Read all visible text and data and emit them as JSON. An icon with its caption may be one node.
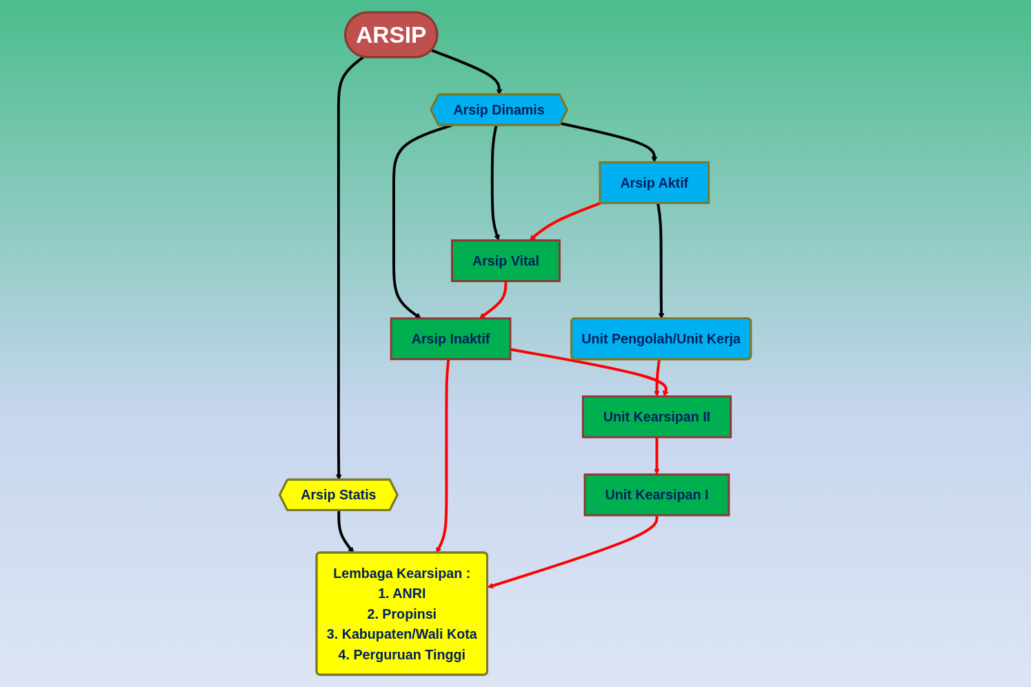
{
  "diagram": {
    "nodes": [
      {
        "text": [
          "ARSIP"
        ]
      },
      {
        "text": [
          "Arsip Dinamis"
        ]
      },
      {
        "text": [
          "Arsip Statis"
        ]
      },
      {
        "text": [
          "Arsip Aktif"
        ]
      },
      {
        "text": [
          "Arsip Vital"
        ]
      },
      {
        "text": [
          "Arsip Inaktif"
        ]
      },
      {
        "text": [
          "Lembaga Kearsipan :",
          "1. ANRI",
          "2. Propinsi",
          "3. Kabupaten/Wali Kota",
          "4. Perguruan Tinggi"
        ]
      },
      {
        "text": [
          "Unit Pengolah/Unit Kerja"
        ]
      },
      {
        "text": [
          "Unit Kearsipan II"
        ]
      },
      {
        "text": [
          "Unit Kearsipan I"
        ]
      }
    ],
    "edges": [
      {
        "from": 0,
        "to": 1,
        "arrow": "to"
      },
      {
        "from": 0,
        "to": 2,
        "arrow": "to"
      },
      {
        "from": 1,
        "to": 3,
        "arrow": "to"
      },
      {
        "from": 1,
        "to": 4,
        "arrow": "to"
      },
      {
        "from": 1,
        "to": 5,
        "arrow": "to"
      },
      {
        "from": 2,
        "to": 6,
        "arrow": "to"
      },
      {
        "from": 3,
        "to": 4,
        "arrow": "to",
        "color": "#ff0000"
      },
      {
        "from": 4,
        "to": 5,
        "arrow": "to",
        "color": "#ff0000"
      },
      {
        "from": 5,
        "to": 6,
        "arrow": "to",
        "color": "#ff0000"
      },
      {
        "from": 3,
        "to": 7,
        "arrow": "to"
      },
      {
        "from": 7,
        "to": 8,
        "arrow": "to",
        "color": "#ff0000"
      },
      {
        "from": 5,
        "to": 8,
        "arrow": "to",
        "color": "#ff0000"
      },
      {
        "from": 8,
        "to": 9,
        "arrow": "to",
        "color": "#ff0000"
      },
      {
        "from": 9,
        "to": 6,
        "arrow": "to",
        "color": "#ff0000"
      }
    ]
  }
}
